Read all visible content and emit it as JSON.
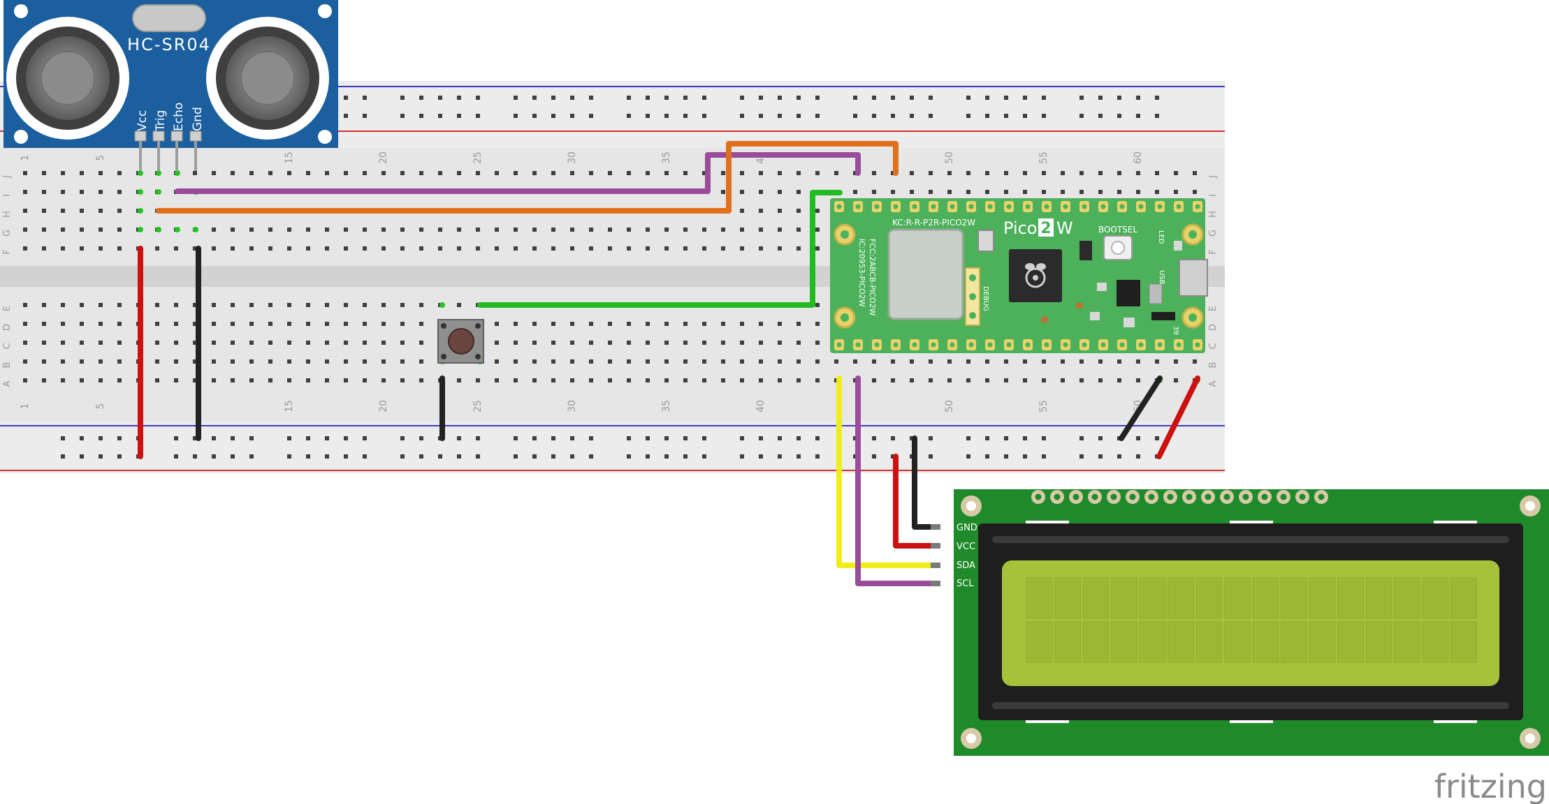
{
  "sensor": {
    "model": "HC-SR04",
    "pins": [
      "Vcc",
      "Trig",
      "Echo",
      "Gnd"
    ]
  },
  "breadboard": {
    "column_numbers": [
      "1",
      "5",
      "15",
      "20",
      "25",
      "30",
      "35",
      "40",
      "50",
      "55",
      "60"
    ],
    "row_letters_top": [
      "J",
      "I",
      "H",
      "G",
      "F"
    ],
    "row_letters_bottom": [
      "E",
      "D",
      "C",
      "B",
      "A"
    ]
  },
  "pico": {
    "name_prefix": "Pico",
    "name_number": "2",
    "name_suffix": "W",
    "id_text": "KC:R-R-P2R-PICO2W",
    "fcc_text": "FCC:2ABCB-PICO2W",
    "ic_text": "IC:20953-PICO2W",
    "bootsel": "BOOTSEL",
    "led": "LED",
    "usb": "USB",
    "debug": "DEBUG",
    "pin_number": "39"
  },
  "lcd": {
    "pins": [
      "GND",
      "VCC",
      "SDA",
      "SCL"
    ]
  },
  "brand": "fritzing",
  "colors": {
    "wire_red": "#cc1111",
    "wire_black": "#222222",
    "wire_orange": "#e0701c",
    "wire_purple": "#9a4c9a",
    "wire_green": "#22bb22",
    "wire_yellow": "#f0ee1a",
    "sensor_board": "#1b5f9e",
    "pico_board": "#4cb15a",
    "lcd_board": "#1f8a2a",
    "lcd_screen": "#a6c23a"
  }
}
